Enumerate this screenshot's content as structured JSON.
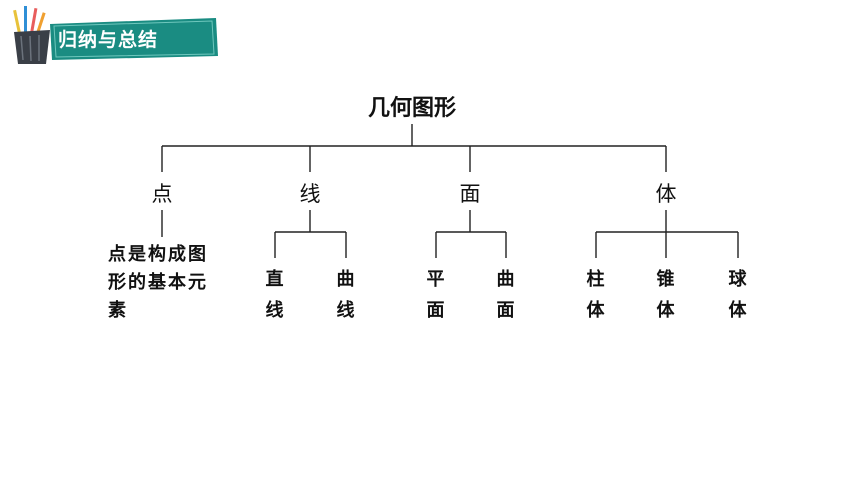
{
  "header": {
    "title": "归纳与总结",
    "accent_color": "#1a8c82",
    "icon": "pencil-cup-icon"
  },
  "tree": {
    "root": "几何图形",
    "categories": [
      {
        "label": "点",
        "description": "点是构成图形的基本元素",
        "children": []
      },
      {
        "label": "线",
        "children": [
          {
            "lines": [
              "直",
              "线"
            ]
          },
          {
            "lines": [
              "曲",
              "线"
            ]
          }
        ]
      },
      {
        "label": "面",
        "children": [
          {
            "lines": [
              "平",
              "面"
            ]
          },
          {
            "lines": [
              "曲",
              "面"
            ]
          }
        ]
      },
      {
        "label": "体",
        "children": [
          {
            "lines": [
              "柱",
              "体"
            ]
          },
          {
            "lines": [
              "锥",
              "体"
            ]
          },
          {
            "lines": [
              "球",
              "体"
            ]
          }
        ]
      }
    ]
  }
}
